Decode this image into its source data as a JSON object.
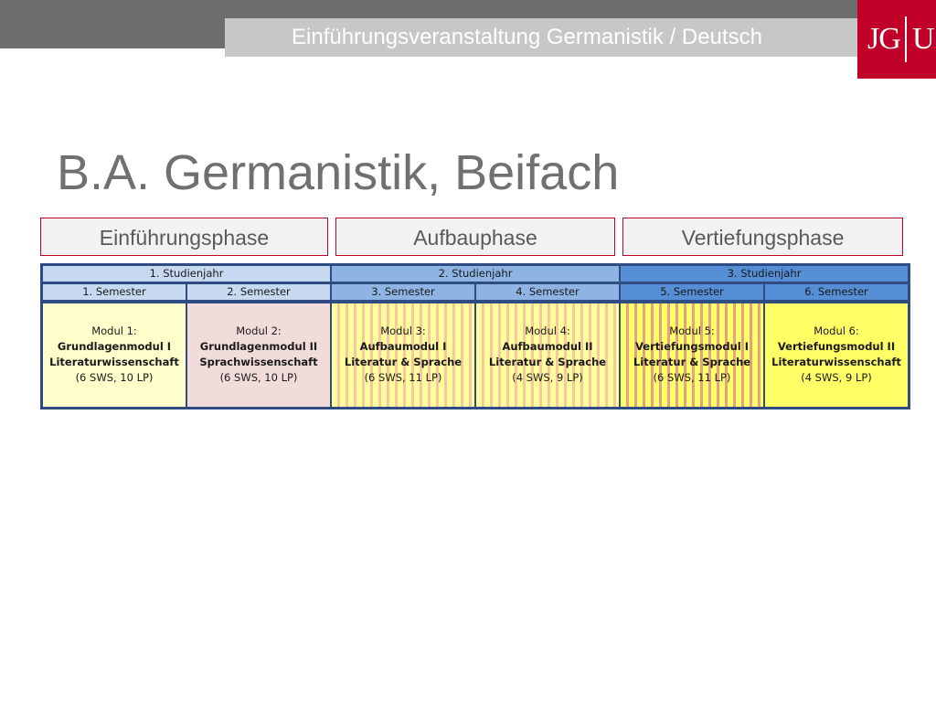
{
  "header": {
    "title": "Einführungsveranstaltung Germanistik / Deutsch",
    "logo_left": "JG",
    "logo_right": "U",
    "logo_color": "#c1002a"
  },
  "page_title": "B.A. Germanistik, Beifach",
  "phases": [
    "Einführungsphase",
    "Aufbauphase",
    "Vertiefungsphase"
  ],
  "years": [
    "1. Studienjahr",
    "2. Studienjahr",
    "3. Studienjahr"
  ],
  "semesters": [
    "1. Semester",
    "2. Semester",
    "3. Semester",
    "4. Semester",
    "5. Semester",
    "6. Semester"
  ],
  "modules": [
    {
      "label": "Modul 1:",
      "line1": "Grundlagenmodul I",
      "line2": "Literaturwissenschaft",
      "credits": "(6 SWS, 10 LP)"
    },
    {
      "label": "Modul 2:",
      "line1": "Grundlagenmodul II",
      "line2": "Sprachwissenschaft",
      "credits": "(6 SWS, 10 LP)"
    },
    {
      "label": "Modul 3:",
      "line1": "Aufbaumodul I",
      "line2": "Literatur & Sprache",
      "credits": "(6 SWS, 11 LP)"
    },
    {
      "label": "Modul 4:",
      "line1": "Aufbaumodul II",
      "line2": "Literatur & Sprache",
      "credits": "(4 SWS, 9 LP)"
    },
    {
      "label": "Modul 5:",
      "line1": "Vertiefungsmodul I",
      "line2": "Literatur & Sprache",
      "credits": "(6 SWS, 11 LP)"
    },
    {
      "label": "Modul 6:",
      "line1": "Vertiefungsmodul II",
      "line2": "Literaturwissenschaft",
      "credits": "(4 SWS, 9 LP)"
    }
  ]
}
